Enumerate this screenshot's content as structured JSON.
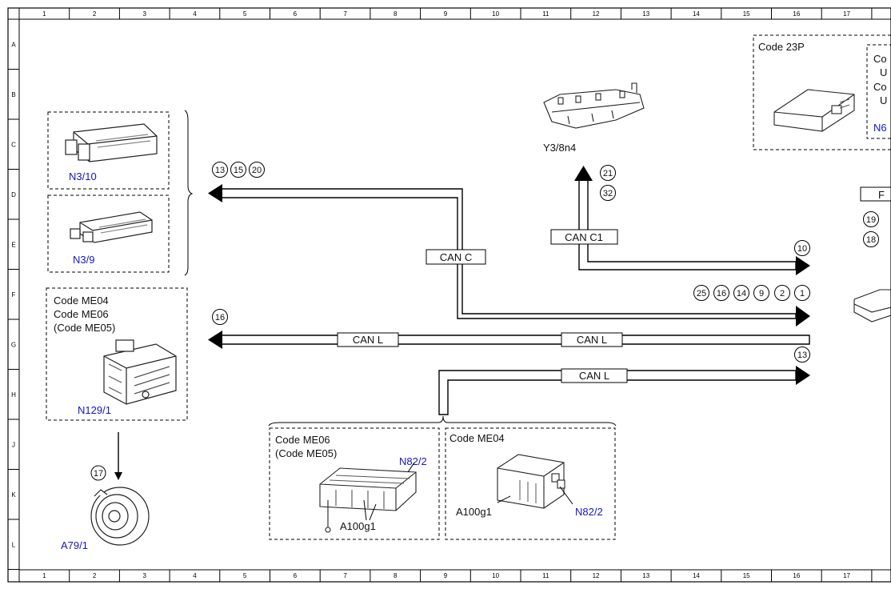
{
  "frame": {
    "columns": [
      "1",
      "2",
      "3",
      "4",
      "5",
      "6",
      "7",
      "8",
      "9",
      "10",
      "11",
      "12",
      "13",
      "14",
      "15",
      "16",
      "17"
    ],
    "rows": [
      "A",
      "B",
      "C",
      "D",
      "E",
      "F",
      "G",
      "H",
      "J",
      "K",
      "L"
    ]
  },
  "components": {
    "n3_10": "N3/10",
    "n3_9": "N3/9",
    "n129_codes": [
      "Code ME04",
      "Code ME06",
      "(Code ME05)"
    ],
    "n129": "N129/1",
    "a79": "A79/1",
    "y3": "Y3/8n4",
    "code23p": "Code 23P",
    "right_partial_1": "Co",
    "right_partial_2": "U",
    "right_partial_3": "Co",
    "right_partial_4": "U",
    "right_partial_5": "N6",
    "right_partial_box": "F",
    "me06_codes": [
      "Code ME06",
      "(Code ME05)"
    ],
    "me06_n82": "N82/2",
    "me06_a100": "A100g1",
    "me04_code": "Code ME04",
    "me04_a100": "A100g1",
    "me04_n82": "N82/2"
  },
  "buses": {
    "can_c": "CAN C",
    "can_c1": "CAN C1",
    "can_l": "CAN L"
  },
  "refs": {
    "top_left": [
      "13",
      "15",
      "20"
    ],
    "y3_refs": [
      "21",
      "32"
    ],
    "right_upper": "10",
    "right_row": [
      "25",
      "16",
      "14",
      "9",
      "2",
      "1"
    ],
    "left_mid": "16",
    "right_lower": "13",
    "a79_ref": "17",
    "far_right": [
      "19",
      "18"
    ]
  }
}
